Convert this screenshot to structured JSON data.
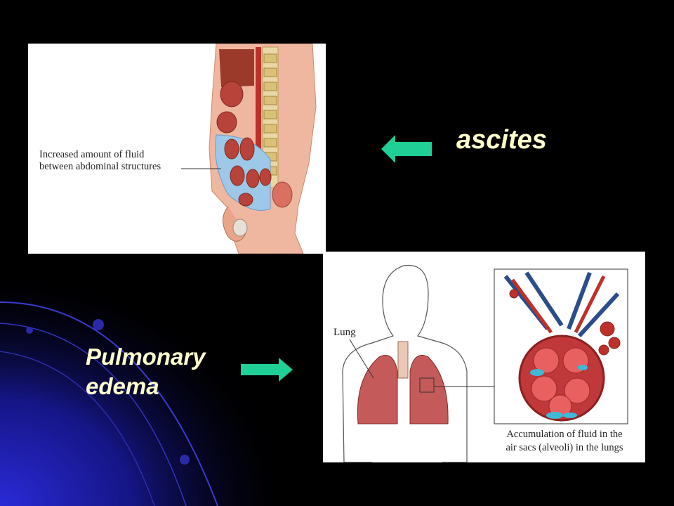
{
  "slide": {
    "ascites_label": "ascites",
    "pulmonary_label_line1": "Pulmonary",
    "pulmonary_label_line2": "edema"
  },
  "ascites_figure": {
    "caption_line1": "Increased amount of fluid",
    "caption_line2": "between abdominal structures"
  },
  "edema_figure": {
    "lung_label": "Lung",
    "caption_line1": "Accumulation of fluid in the",
    "caption_line2": "air sacs (alveoli) in the lungs"
  },
  "colors": {
    "background": "#000000",
    "arrow": "#1fcf96",
    "slide_text": "#ffffcc",
    "accent_blue": "#1a1a9a"
  },
  "icons": {
    "left_arrow": "arrow-left-icon",
    "right_arrow": "arrow-right-icon"
  }
}
